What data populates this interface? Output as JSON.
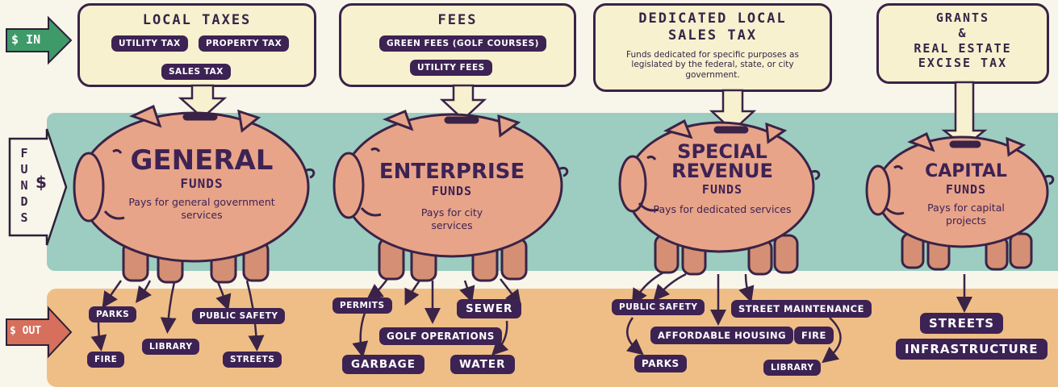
{
  "labels": {
    "in": "$ IN",
    "funds_letters": [
      "F",
      "U",
      "N",
      "D",
      "S"
    ],
    "funds_symbol": "$",
    "out": "$ OUT"
  },
  "colors": {
    "in_arrow": "#3f9a6a",
    "out_arrow": "#d66f5b",
    "funds_band": "#9ccdc0",
    "out_band": "#efbe86",
    "pill": "#3d2254",
    "pig": "#e8a489"
  },
  "sources": [
    {
      "title": "LOCAL TAXES",
      "pills": [
        "UTILITY TAX",
        "PROPERTY TAX",
        "SALES TAX"
      ]
    },
    {
      "title": "FEES",
      "pills": [
        "GREEN FEES (GOLF COURSES)",
        "UTILITY FEES"
      ]
    },
    {
      "title_lines": [
        "DEDICATED LOCAL",
        "SALES TAX"
      ],
      "description": "Funds dedicated for specific purposes as legislated by the federal, state, or city government."
    },
    {
      "title_lines": [
        "GRANTS",
        "&",
        "REAL ESTATE",
        "EXCISE TAX"
      ]
    }
  ],
  "funds": [
    {
      "title": "GENERAL",
      "subtitle": "FUNDS",
      "description": "Pays for general government services"
    },
    {
      "title": "ENTERPRISE",
      "subtitle": "FUNDS",
      "description": "Pays for city services"
    },
    {
      "title_lines": [
        "SPECIAL",
        "REVENUE"
      ],
      "subtitle": "FUNDS",
      "description": "Pays for dedicated services"
    },
    {
      "title": "CAPITAL",
      "subtitle": "FUNDS",
      "description": "Pays for capital projects"
    }
  ],
  "outputs": [
    [
      "PARKS",
      "FIRE",
      "LIBRARY",
      "PUBLIC SAFETY",
      "STREETS"
    ],
    [
      "PERMITS",
      "SEWER",
      "GOLF OPERATIONS",
      "GARBAGE",
      "WATER"
    ],
    [
      "PUBLIC SAFETY",
      "STREET MAINTENANCE",
      "AFFORDABLE HOUSING",
      "FIRE",
      "PARKS",
      "LIBRARY"
    ],
    [
      "STREETS",
      "INFRASTRUCTURE"
    ]
  ]
}
